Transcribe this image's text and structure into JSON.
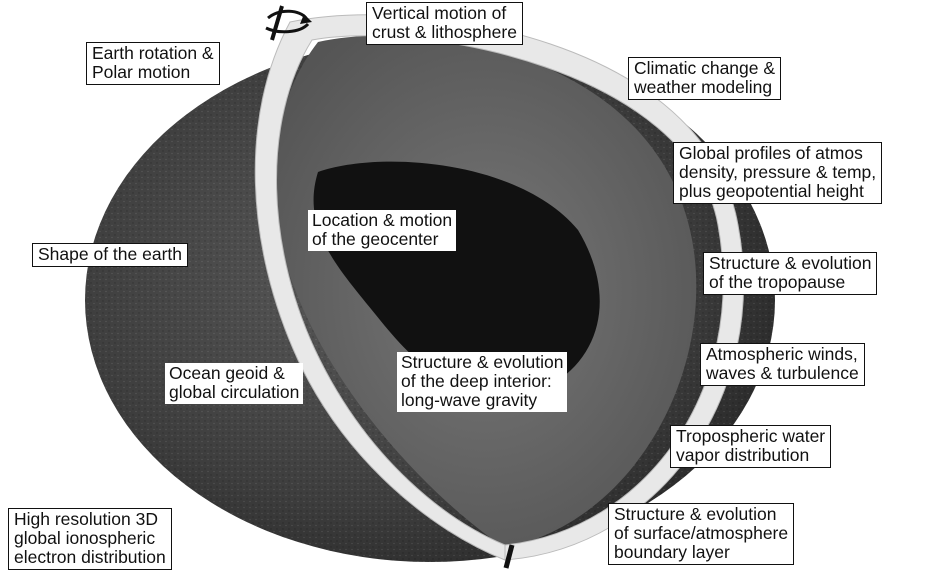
{
  "colors": {
    "outer_sphere": "#3e3e3e",
    "inner_cavity": "#6a6a6a",
    "core": "#111111",
    "atmosphere_band": "#e8e8e8",
    "label_border": "#111111",
    "label_bg": "#ffffff"
  },
  "icons": {
    "rotation_axis_top": "curved-rotation-arrow-icon",
    "rotation_axis_bottom": "axis-tick-icon"
  },
  "labels": {
    "earth_rotation": "Earth rotation &\nPolar motion",
    "vertical_motion": "Vertical motion of\ncrust & lithosphere",
    "climatic_change": "Climatic change &\nweather modeling",
    "global_profiles": "Global profiles of atmos\ndensity, pressure & temp,\nplus geopotential height",
    "location_geocenter": "Location & motion\nof the geocenter",
    "shape_earth": "Shape of the earth",
    "tropopause": "Structure & evolution\nof the tropopause",
    "winds": "Atmospheric winds,\nwaves & turbulence",
    "ocean_geoid": "Ocean geoid &\nglobal circulation",
    "deep_interior": "Structure & evolution\nof the deep interior:\nlong-wave gravity",
    "water_vapor": "Tropospheric water\nvapor distribution",
    "ionosphere": "High resolution 3D\nglobal ionospheric\nelectron distribution",
    "boundary_layer": "Structure & evolution\nof surface/atmosphere\nboundary layer"
  }
}
